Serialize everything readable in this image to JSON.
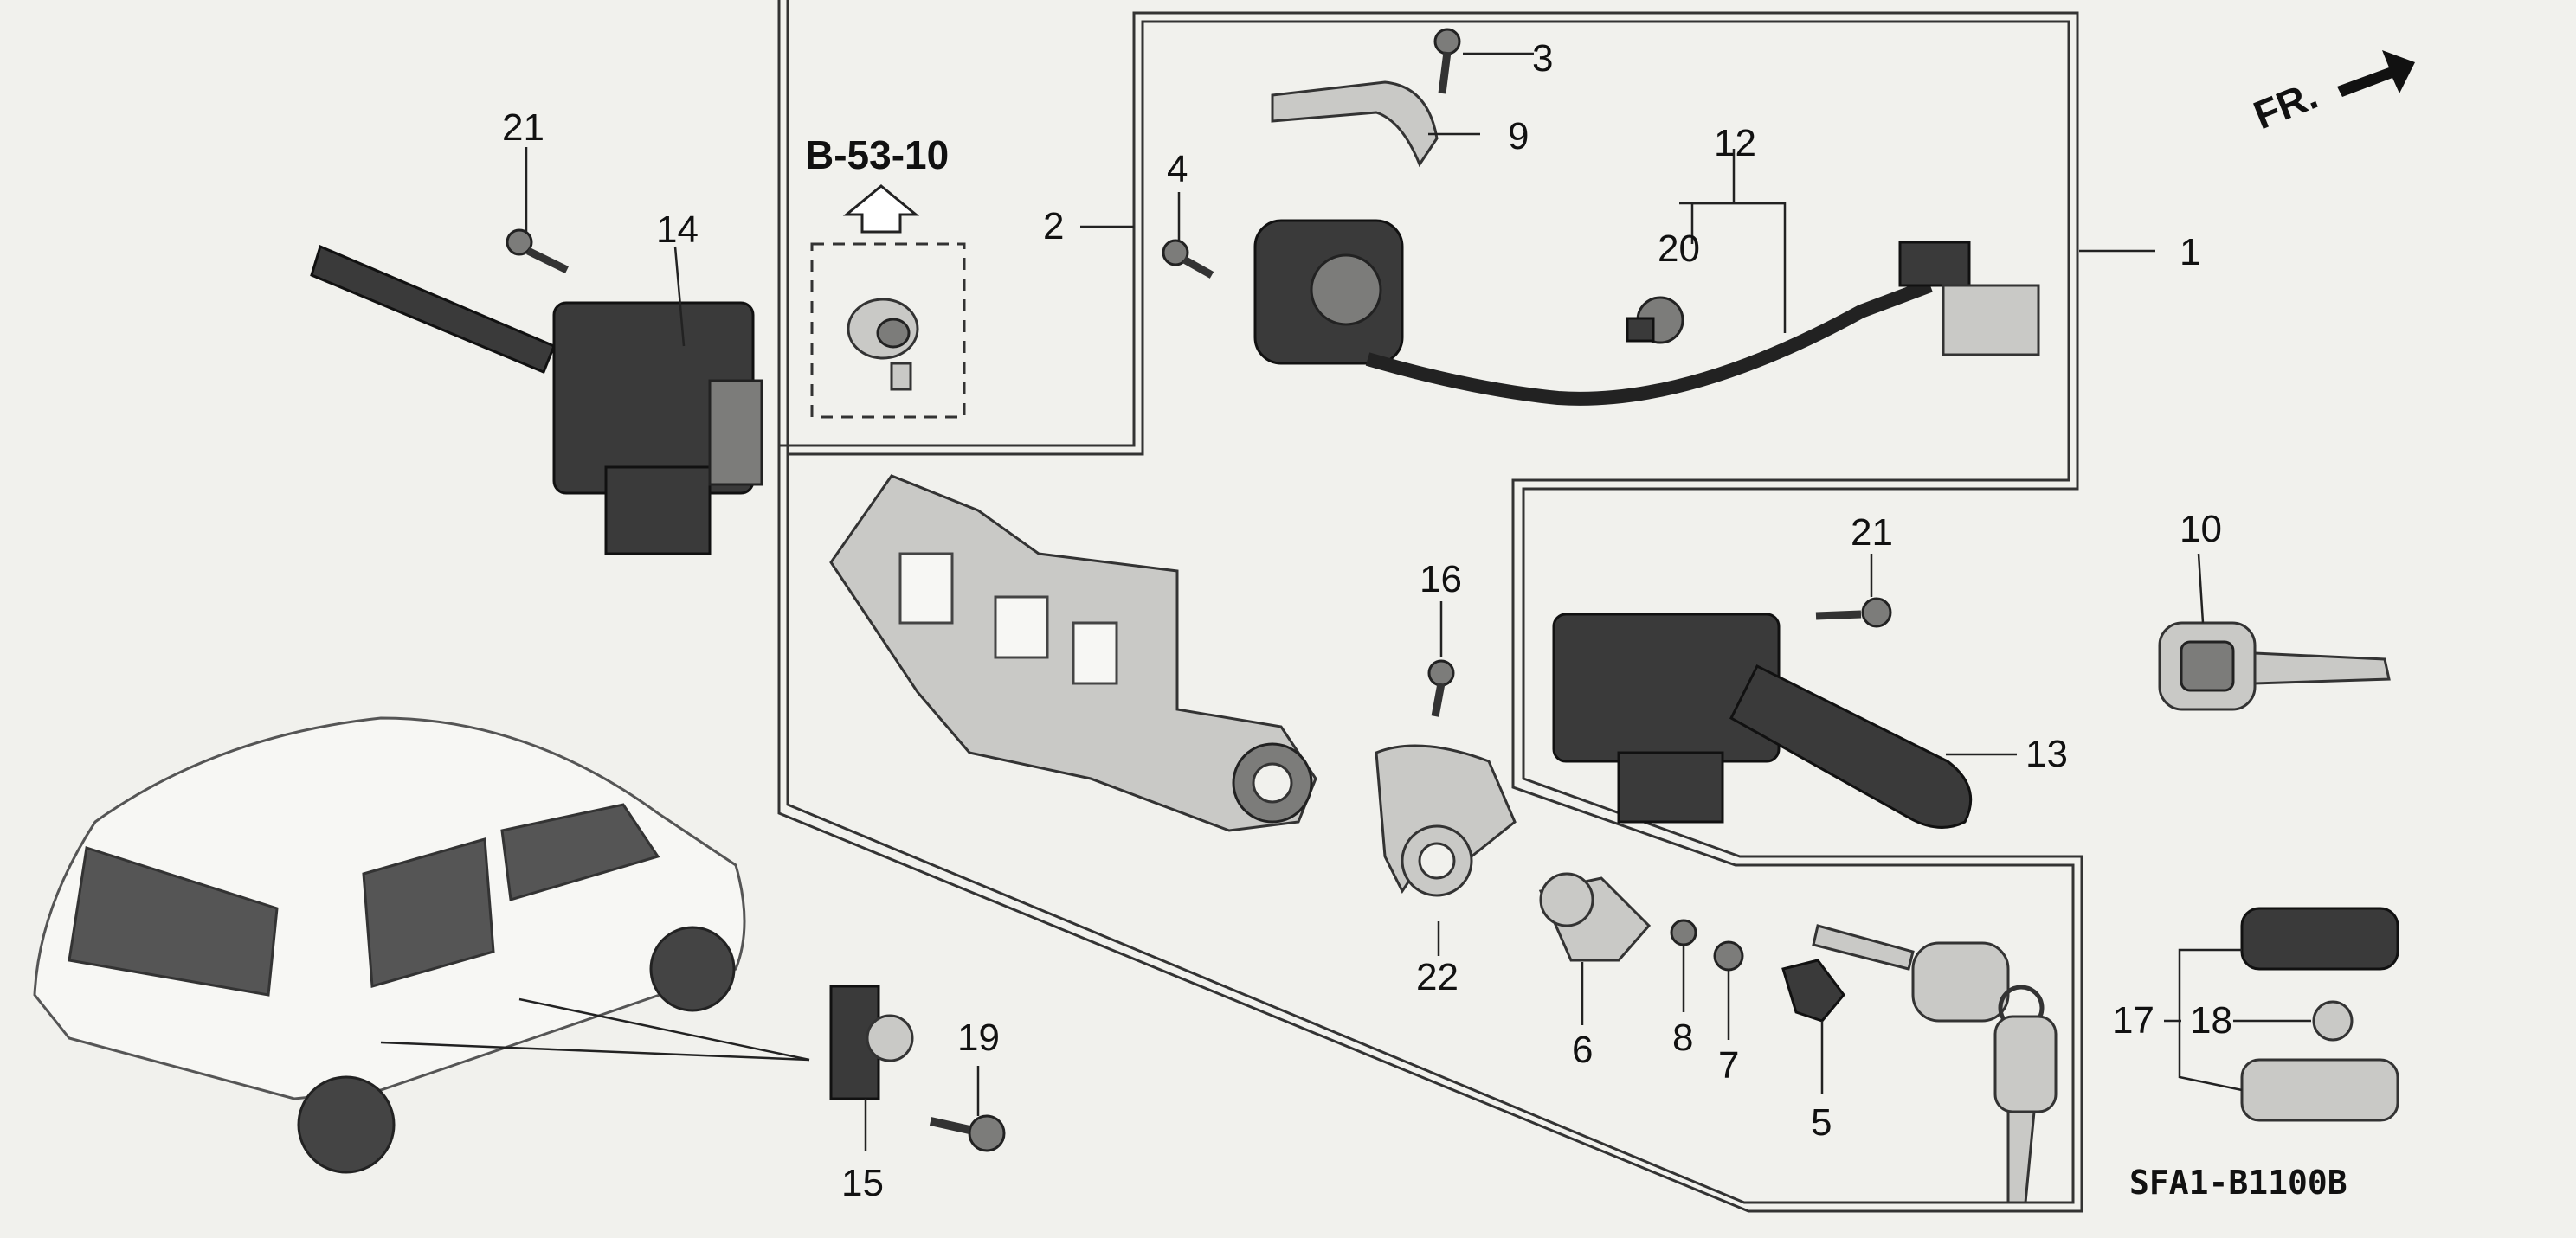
{
  "diagram": {
    "drawing_code": "SFA1-B1100B",
    "reference": "B-53-10",
    "front_arrow_label": "FR.",
    "callouts": [
      "1",
      "2",
      "3",
      "4",
      "5",
      "6",
      "7",
      "8",
      "9",
      "10",
      "12",
      "13",
      "14",
      "15",
      "16",
      "17",
      "18",
      "19",
      "20",
      "21",
      "21",
      "22"
    ]
  },
  "colors": {
    "background": "#f1f1ed",
    "line": "#222222",
    "part_dark": "#3a3a3a",
    "part_light": "#c9c9c6"
  },
  "icons": [
    "wiper-switch-icon",
    "turn-signal-switch-icon",
    "key-icon",
    "ignition-lock-icon",
    "cable-reel-icon",
    "car-icon",
    "front-arrow-icon"
  ]
}
